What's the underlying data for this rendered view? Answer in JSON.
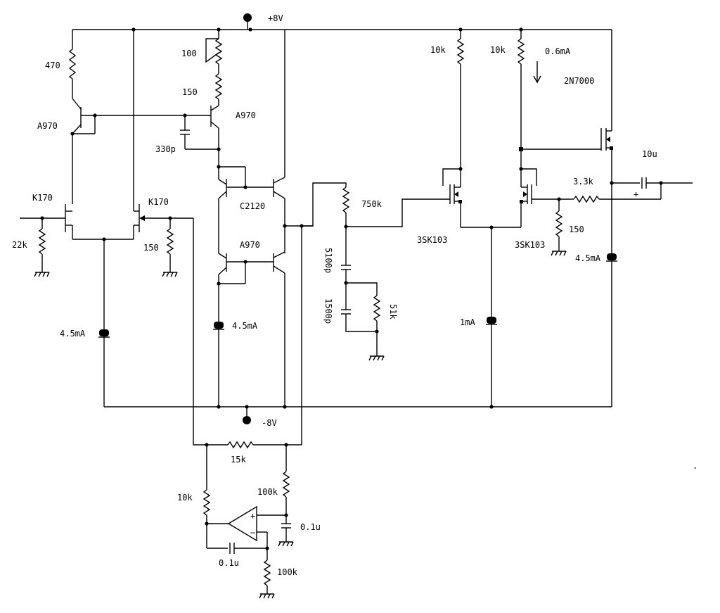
{
  "supply": {
    "positive": "+8V",
    "negative": "-8V"
  },
  "labels": {
    "r470": "470",
    "q1": "A970",
    "r100": "100",
    "r150_top": "150",
    "q2": "A970",
    "c330p": "330p",
    "q_c2120": "C2120",
    "q_a970_low": "A970",
    "i45_mid": "4.5mA",
    "k170_left": "K170",
    "k170_right": "K170",
    "r22k": "22k",
    "r150_left": "150",
    "i45_left": "4.5mA",
    "r750k": "750k",
    "c5100p": "5100p",
    "c1500p": "1500p",
    "r51k": "51k",
    "r10k_a": "10k",
    "r10k_b": "10k",
    "i06": "0.6mA",
    "q_2n7000": "2N7000",
    "c10u": "10u",
    "r33k": "3.3k",
    "plus": "+",
    "r150_right": "150",
    "q_3sk103_a": "3SK103",
    "q_3sk103_b": "3SK103",
    "i45_right": "4.5mA",
    "i1ma": "1mA",
    "r15k": "15k",
    "r10k_fb": "10k",
    "r100k_a": "100k",
    "c01u_a": "0.1u",
    "c01u_b": "0.1u",
    "r100k_b": "100k",
    "opamp_plus": "+",
    "opamp_minus": "−",
    "dot_mark": "."
  }
}
